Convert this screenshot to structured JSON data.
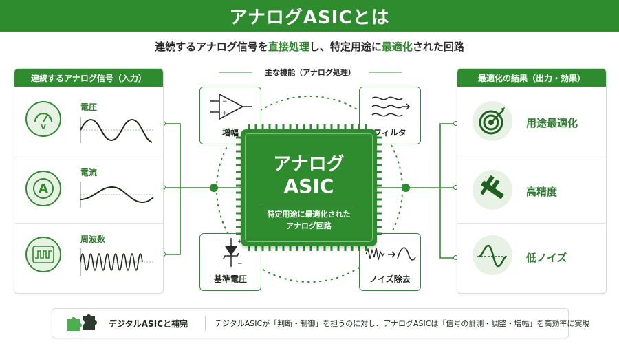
{
  "header": {
    "title": "アナログASICとは"
  },
  "subtitle": {
    "part1": "連続するアナログ信号を",
    "hl1": "直接処理",
    "part2": "し、特定用途に",
    "hl2": "最適化",
    "part3": "された回路"
  },
  "input_panel": {
    "title": "連続するアナログ信号（入力）",
    "signals": [
      {
        "label": "電圧",
        "icon": "voltmeter-icon",
        "icon_text": "V"
      },
      {
        "label": "電流",
        "icon": "ammeter-icon",
        "icon_text": "A"
      },
      {
        "label": "周波数",
        "icon": "square-wave-icon"
      }
    ]
  },
  "center": {
    "section_label": "主な機能（アナログ処理）",
    "chip_title_line1": "アナログ",
    "chip_title_line2": "ASIC",
    "chip_caption_line1": "特定用途に最適化された",
    "chip_caption_line2": "アナログ回路",
    "functions": [
      {
        "label": "増幅",
        "icon": "amplifier-icon"
      },
      {
        "label": "フィルタ",
        "icon": "filter-icon"
      },
      {
        "label": "基準電圧",
        "icon": "zener-diode-icon"
      },
      {
        "label": "ノイズ除去",
        "icon": "noise-removal-icon"
      }
    ]
  },
  "result_panel": {
    "title": "最適化の結果（出力・効果）",
    "items": [
      {
        "label": "用途最適化",
        "icon": "target-icon"
      },
      {
        "label": "高精度",
        "icon": "caliper-icon"
      },
      {
        "label": "低ノイズ",
        "icon": "clean-wave-icon"
      }
    ]
  },
  "footer": {
    "label": "デジタルASICと補完",
    "icon": "puzzle-icon",
    "text": "デジタルASICが「判断・制御」を担うのに対し、アナログASICは「信号の計測・調整・増幅」を高効率に実現"
  },
  "colors": {
    "accent": "#2e8b2e",
    "dark": "#1f5f1f",
    "light": "#e8f2e4"
  }
}
